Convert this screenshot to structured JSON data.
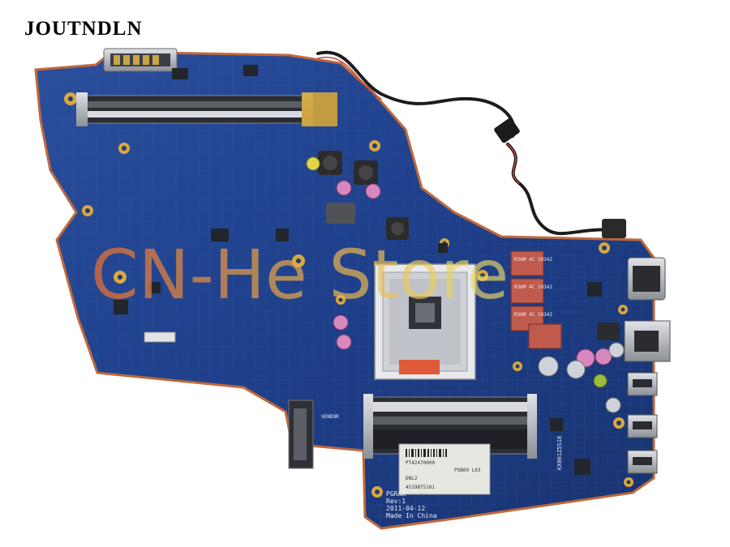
{
  "brand": {
    "name": "JOUTNDLN"
  },
  "watermark": {
    "text": "CN-He Store"
  },
  "board": {
    "silkscreen": {
      "model": "PGRAA",
      "rev": "Rev:1",
      "date": "2011-04-12",
      "origin": "Made In China",
      "vendor": "VENDOR",
      "serial": "KX001Z5S18"
    },
    "chokes": [
      {
        "label": "R36M 4C 1034J"
      },
      {
        "label": "R36M 4C 1034J"
      },
      {
        "label": "R36M 4C 1034J"
      }
    ],
    "sticker_lines": [
      "PT42470000",
      "PSB09 L03",
      "DNL2",
      "4519B75101"
    ]
  },
  "colors": {
    "pcb": "#1f3f8a",
    "pcb_dark": "#163066",
    "edge": "#c0693a",
    "gold": "#d8a840",
    "metal": "#b9bcc2",
    "watermark_a": "#e0703a",
    "watermark_b": "#e8dc62"
  }
}
